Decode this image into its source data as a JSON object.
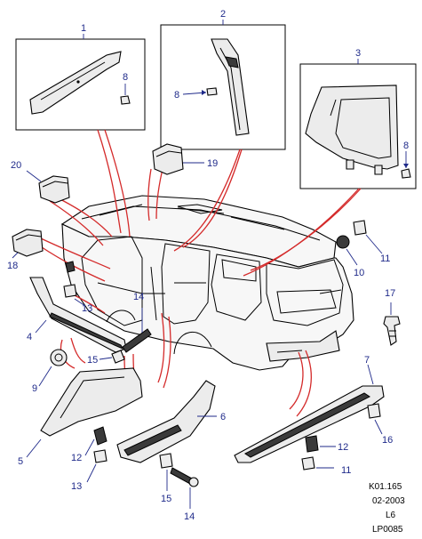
{
  "callouts": {
    "c1": "1",
    "c2": "2",
    "c3": "3",
    "c4": "4",
    "c5": "5",
    "c6": "6",
    "c7": "7",
    "c8a": "8",
    "c8b": "8",
    "c8c": "8",
    "c9": "9",
    "c10": "10",
    "c11a": "11",
    "c11b": "11",
    "c12a": "12",
    "c12b": "12",
    "c13a": "13",
    "c13b": "13",
    "c14a": "14",
    "c14b": "14",
    "c15a": "15",
    "c15b": "15",
    "c16": "16",
    "c17": "17",
    "c18": "18",
    "c19": "19",
    "c20": "20"
  },
  "reference": {
    "code": "K01.165",
    "date": "02-2003",
    "model": "L6",
    "plate": "LP0085"
  },
  "colors": {
    "callout": "#1f2a8a",
    "leader_red": "#d42a2a",
    "outline": "#000000"
  }
}
